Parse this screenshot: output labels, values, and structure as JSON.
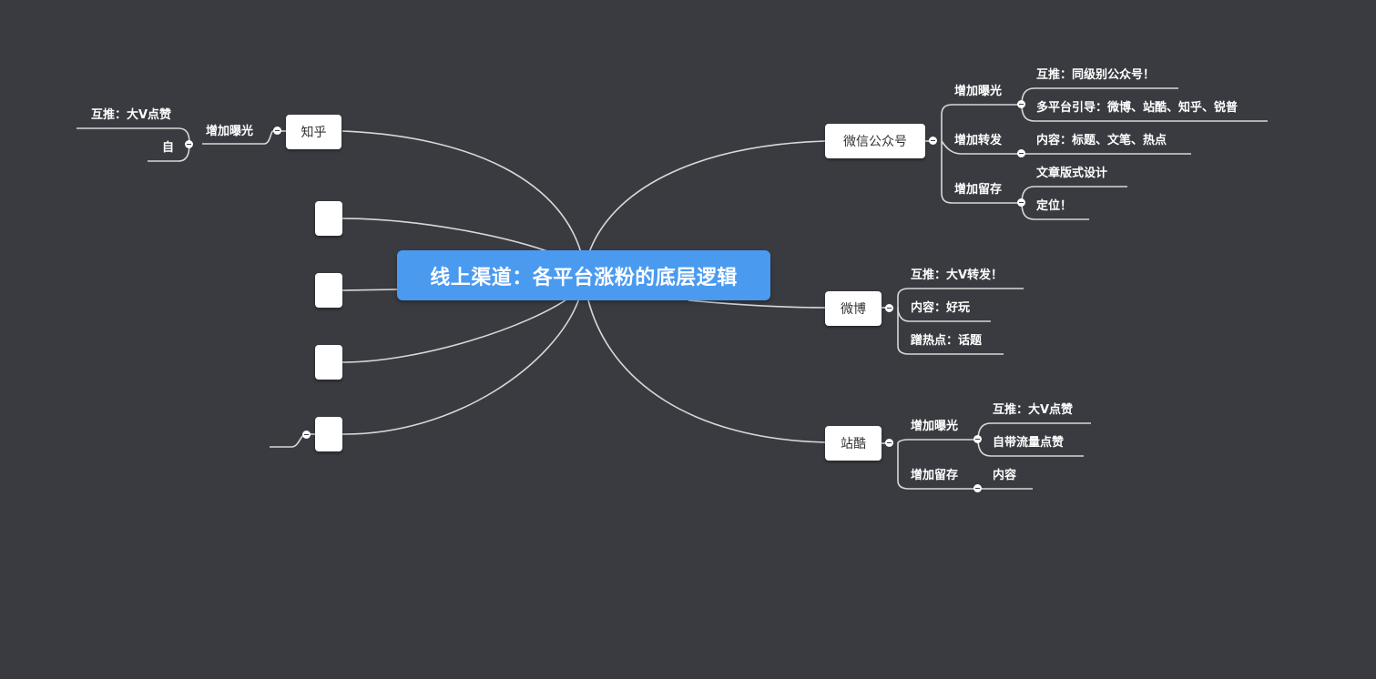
{
  "root": {
    "label": "线上渠道：各平台涨粉的底层逻辑"
  },
  "zhihu": {
    "label": "知乎",
    "branch": "增加曝光",
    "leaves": [
      "互推：大V点赞",
      "自"
    ]
  },
  "hidden_nodes": [
    "",
    "",
    "",
    ""
  ],
  "wechat": {
    "label": "微信公众号",
    "groups": [
      {
        "label": "增加曝光",
        "leaves": [
          "互推：同级别公众号！",
          "多平台引导：微博、站酷、知乎、锐普"
        ]
      },
      {
        "label": "增加转发",
        "leaves": [
          "内容：标题、文笔、热点"
        ]
      },
      {
        "label": "增加留存",
        "leaves": [
          "文章版式设计",
          "定位！"
        ]
      }
    ]
  },
  "weibo": {
    "label": "微博",
    "leaves": [
      "互推：大V转发！",
      "内容：好玩",
      "蹭热点：话题"
    ]
  },
  "zcool": {
    "label": "站酷",
    "groups": [
      {
        "label": "增加曝光",
        "leaves": [
          "互推：大V点赞",
          "自带流量点赞"
        ]
      },
      {
        "label": "增加留存",
        "leaves": [
          "内容"
        ]
      }
    ]
  },
  "colors": {
    "background": "#393b40",
    "root": "#4a9af0",
    "line": "#d8d8d8"
  }
}
